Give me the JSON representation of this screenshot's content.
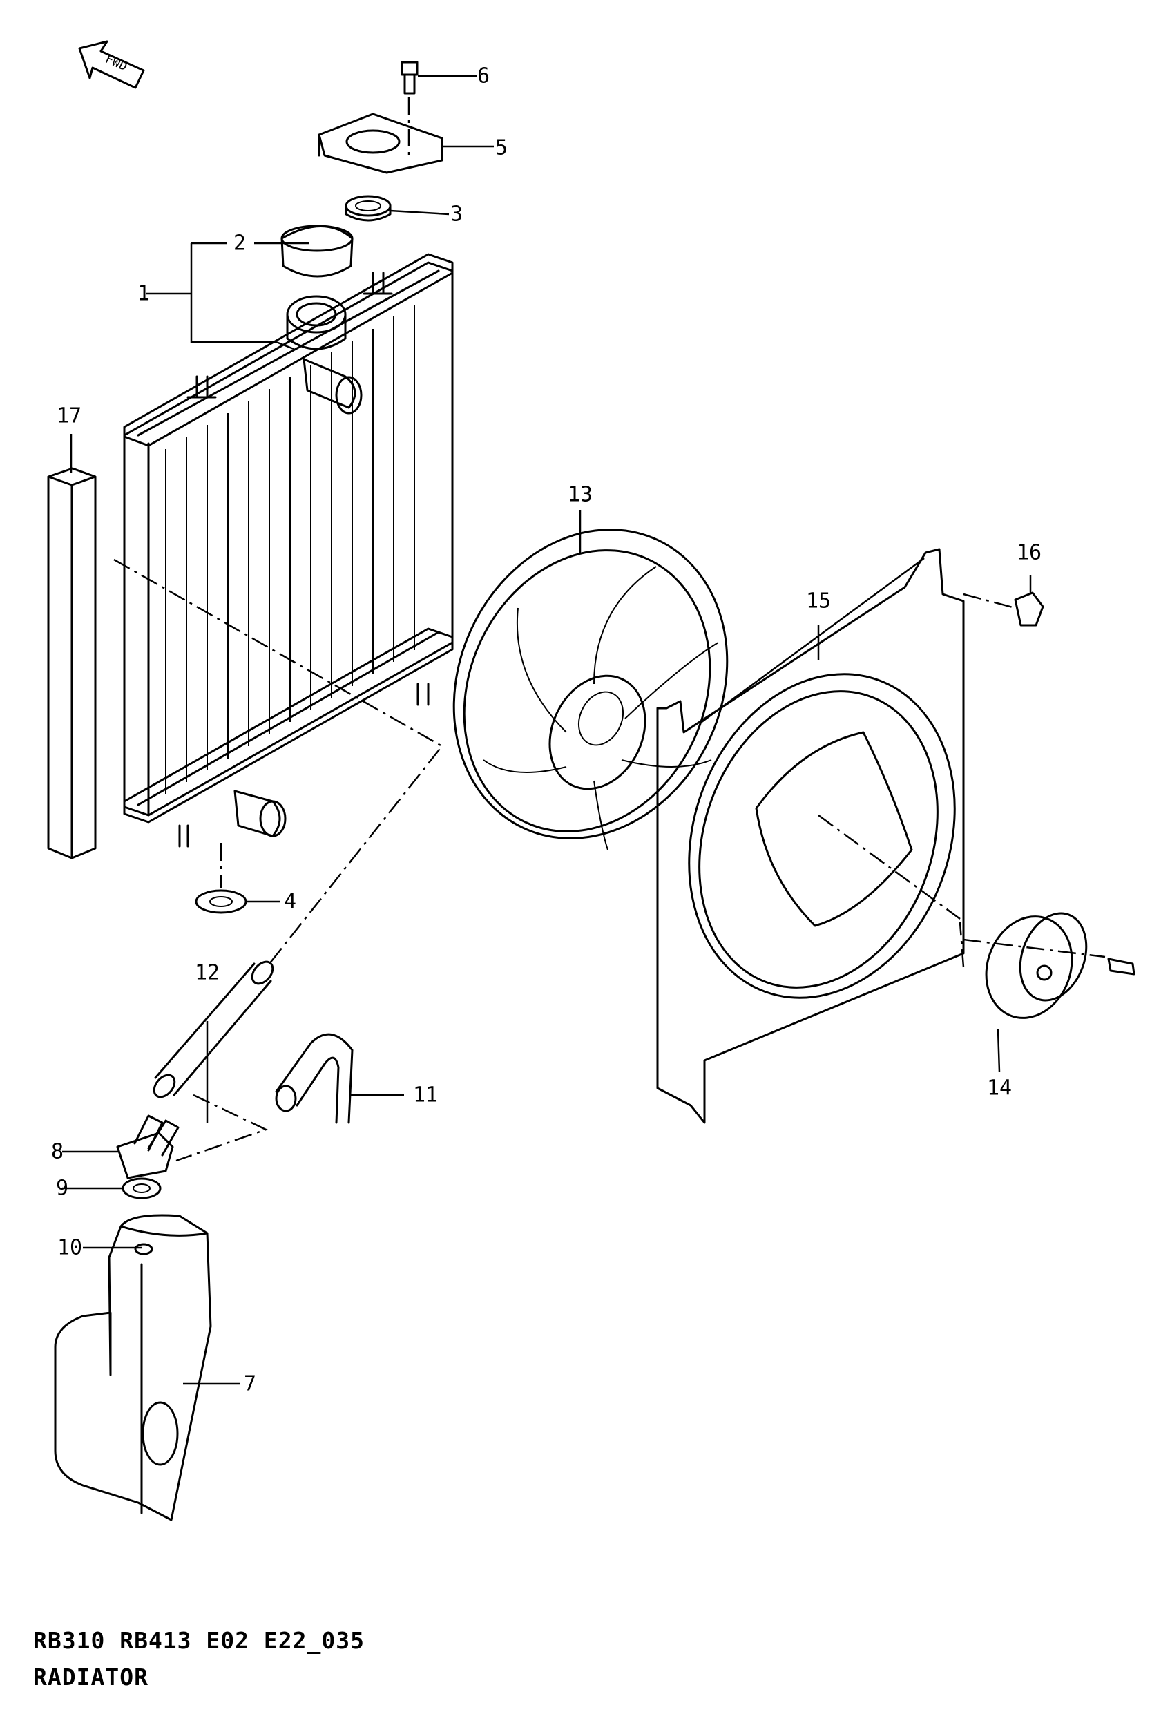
{
  "fwd_arrow": {
    "label": "FWD"
  },
  "callouts": [
    {
      "id": "1",
      "label": "1"
    },
    {
      "id": "2",
      "label": "2"
    },
    {
      "id": "3",
      "label": "3"
    },
    {
      "id": "4",
      "label": "4"
    },
    {
      "id": "5",
      "label": "5"
    },
    {
      "id": "6",
      "label": "6"
    },
    {
      "id": "7",
      "label": "7"
    },
    {
      "id": "8",
      "label": "8"
    },
    {
      "id": "9",
      "label": "9"
    },
    {
      "id": "10",
      "label": "10"
    },
    {
      "id": "11",
      "label": "11"
    },
    {
      "id": "12",
      "label": "12"
    },
    {
      "id": "13",
      "label": "13"
    },
    {
      "id": "14",
      "label": "14"
    },
    {
      "id": "15",
      "label": "15"
    },
    {
      "id": "16",
      "label": "16"
    },
    {
      "id": "17",
      "label": "17"
    }
  ],
  "footer": {
    "code": "RB310 RB413 E02 E22_035",
    "title": "RADIATOR"
  }
}
